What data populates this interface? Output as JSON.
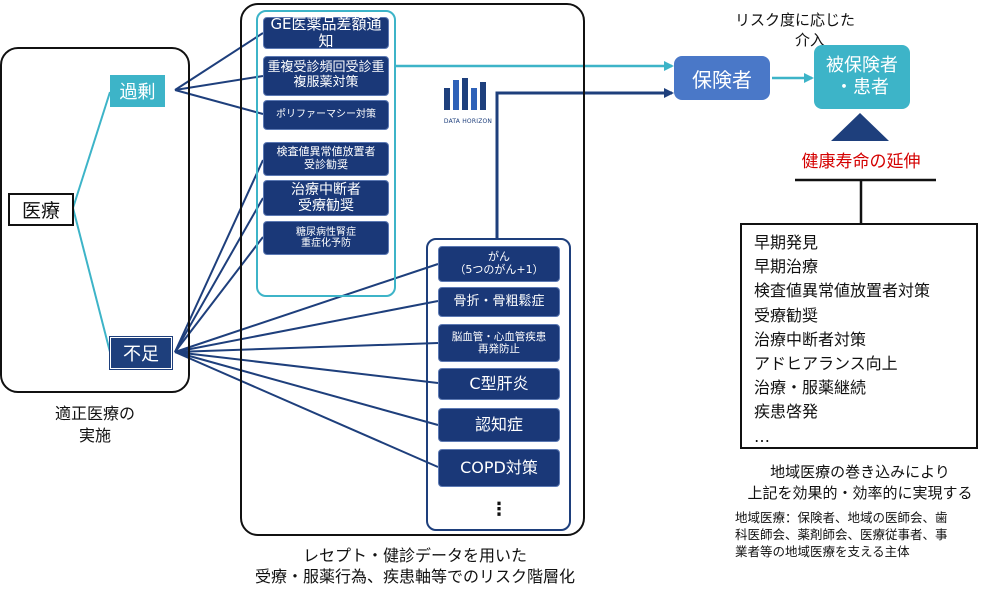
{
  "left": {
    "iryo": "医療",
    "kajo": "過剰",
    "fusoku": "不足",
    "caption_line1": "適正医療の",
    "caption_line2": "実施"
  },
  "center": {
    "teal_items": [
      "GE医薬品差額通知",
      "重複受診頻回受診重\n複服薬対策",
      "ポリファーマシー対策",
      "検査値異常値放置者\n受診勧奨",
      "治療中断者\n受療勧奨",
      "糖尿病性腎症\n重症化予防"
    ],
    "navy_items": [
      "がん\n（5つのがん+1）",
      "骨折・骨粗鬆症",
      "脳血管・心血管疾患\n再発防止",
      "C型肝炎",
      "認知症",
      "COPD対策"
    ],
    "more": "⋮",
    "logo_text": "DATA HORIZON",
    "caption_line1": "レセプト・健診データを用いた",
    "caption_line2": "受療・服薬行為、疾患軸等でのリスク階層化"
  },
  "right": {
    "risk_label_line1": "リスク度に応じた",
    "risk_label_line2": "介入",
    "hokensha": "保険者",
    "hihokensha_line1": "被保険者",
    "hihokensha_line2": "・患者",
    "enchou": "健康寿命の延伸",
    "effects": [
      "早期発見",
      "早期治療",
      "検査値異常値放置者対策",
      "受療勧奨",
      "治療中断者対策",
      "アドヒアランス向上",
      "治療・服薬継続",
      "疾患啓発",
      "…"
    ],
    "caption_line1": "地域医療の巻き込みにより",
    "caption_line2": "上記を効果的・効率的に実現する",
    "note_line1": "地域医療：保険者、地域の医師会、歯",
    "note_line2": "科医師会、薬剤師会、医療従事者、事",
    "note_line3": "業者等の地域医療を支える主体"
  },
  "colors": {
    "teal": "#3db4c8",
    "navy": "#1e3f7c",
    "blue": "#4a78c8",
    "red": "#d40000"
  }
}
